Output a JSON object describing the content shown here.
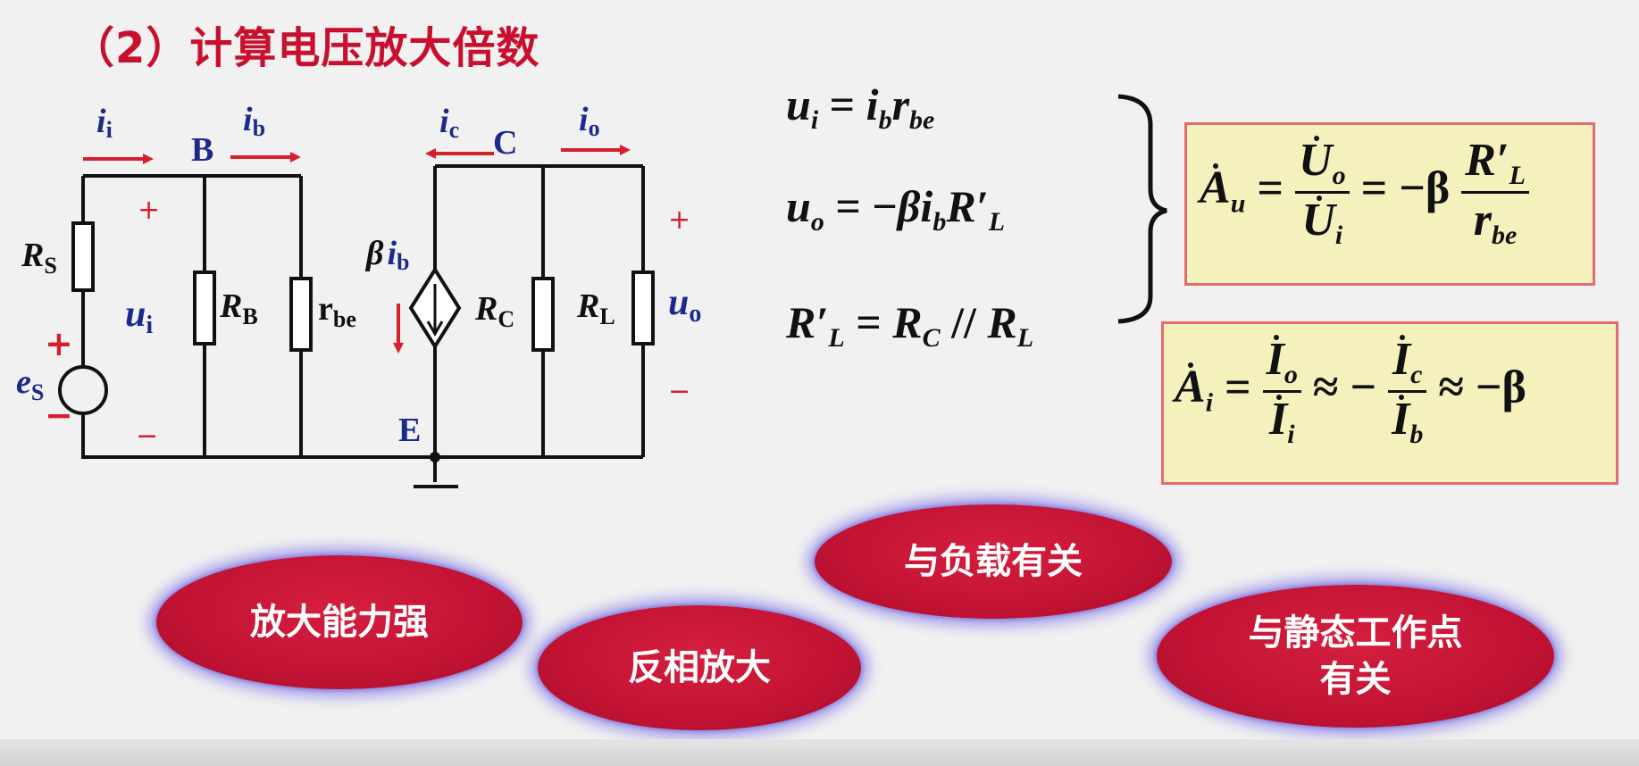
{
  "title": "（2）计算电压放大倍数",
  "circuit": {
    "node_labels": {
      "B": "B",
      "C": "C",
      "E": "E"
    },
    "currents": {
      "ii_main": "i",
      "ii_sub": "i",
      "ib_main": "i",
      "ib_sub": "b",
      "ic_main": "i",
      "ic_sub": "c",
      "io_main": "i",
      "io_sub": "o",
      "beta": "β",
      "beta_i_main": "i",
      "beta_i_sub": "b"
    },
    "components": {
      "rs_main": "R",
      "rs_sub": "S",
      "rb_main": "R",
      "rb_sub": "B",
      "rbe_main": "r",
      "rbe_sub": "be",
      "rc_main": "R",
      "rc_sub": "C",
      "rl_main": "R",
      "rl_sub": "L",
      "es_main": "e",
      "es_sub": "S"
    },
    "voltages": {
      "ui_main": "u",
      "ui_sub": "i",
      "uo_main": "u",
      "uo_sub": "o"
    },
    "signs": {
      "plus": "+",
      "minus": "−"
    }
  },
  "equations": {
    "eq1": {
      "lhs": "u",
      "lhs_sub": "i",
      "eq": " = ",
      "rhs1": "i",
      "rhs1_sub": "b",
      "rhs2": "r",
      "rhs2_sub": "be"
    },
    "eq2": {
      "lhs": "u",
      "lhs_sub": "o",
      "eq": " = −",
      "beta": "β",
      "rhs1": "i",
      "rhs1_sub": "b",
      "rhs2": "R′",
      "rhs2_sub": "L"
    },
    "eq3": {
      "lhs": "R′",
      "lhs_sub": "L",
      "eq": " = ",
      "rhs1": "R",
      "rhs1_sub": "C",
      "par": " // ",
      "rhs2": "R",
      "rhs2_sub": "L"
    }
  },
  "box_au": {
    "lhs": "A",
    "lhs_sub": "u",
    "eq1": " = ",
    "num": "U",
    "num_sub": "o",
    "den": "U",
    "den_sub": "i",
    "eq2": " = −β ",
    "num2": "R′",
    "num2_sub": "L",
    "den2": "r",
    "den2_sub": "be"
  },
  "box_ai": {
    "lhs": "A",
    "lhs_sub": "i",
    "eq1": " = ",
    "num": "I",
    "num_sub": "o",
    "den": "I",
    "den_sub": "i",
    "approx1": " ≈ − ",
    "num2": "I",
    "num2_sub": "c",
    "den2": "I",
    "den2_sub": "b",
    "approx2": " ≈ −β"
  },
  "bubbles": {
    "b1": "放大能力强",
    "b2": "反相放大",
    "b3": "与负载有关",
    "b4": "与静态工作点\n有关"
  },
  "colors": {
    "title": "#c8102e",
    "bubble": "#c21334",
    "box_fill": "#f5f1bd",
    "box_border": "#e46c6c",
    "arrow": "#d61f2c",
    "label": "#1b2a8a"
  }
}
